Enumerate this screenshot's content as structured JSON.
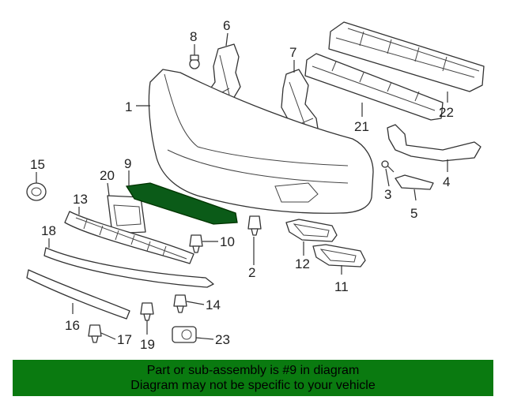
{
  "diagram": {
    "labels": {
      "p1": "1",
      "p2": "2",
      "p3": "3",
      "p4": "4",
      "p5": "5",
      "p6": "6",
      "p7": "7",
      "p8": "8",
      "p9": "9",
      "p10": "10",
      "p11": "11",
      "p12": "12",
      "p13": "13",
      "p14": "14",
      "p15": "15",
      "p16": "16",
      "p17": "17",
      "p18": "18",
      "p19": "19",
      "p20": "20",
      "p21": "21",
      "p22": "22",
      "p23": "23"
    },
    "highlight_color": "#0b5b18"
  },
  "banner": {
    "line1": "Part or sub-assembly is #9 in diagram",
    "line2": "Diagram may not be specific to your vehicle",
    "background": "#0a7a10"
  }
}
